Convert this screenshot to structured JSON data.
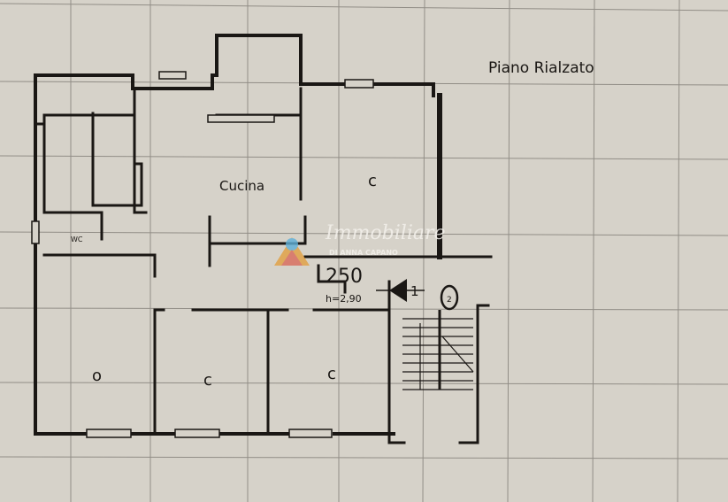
{
  "title": "Piano Rialzato",
  "rooms": {
    "kitchen": "Cucina",
    "room_top_right": "c",
    "room_bottom_left": "o",
    "room_bottom_mid": "c",
    "room_bottom_right": "c",
    "wc": "WC"
  },
  "annotations": {
    "area": "250",
    "height": "h=2,90",
    "section_marker": "1",
    "stair_number": "2"
  },
  "watermark": {
    "brand": "Immobiliare",
    "owner": "DI ANNA CAPANO"
  },
  "colors": {
    "paper": "#d6d2c9",
    "ink": "#1a1714",
    "grid": "#5a5650"
  }
}
